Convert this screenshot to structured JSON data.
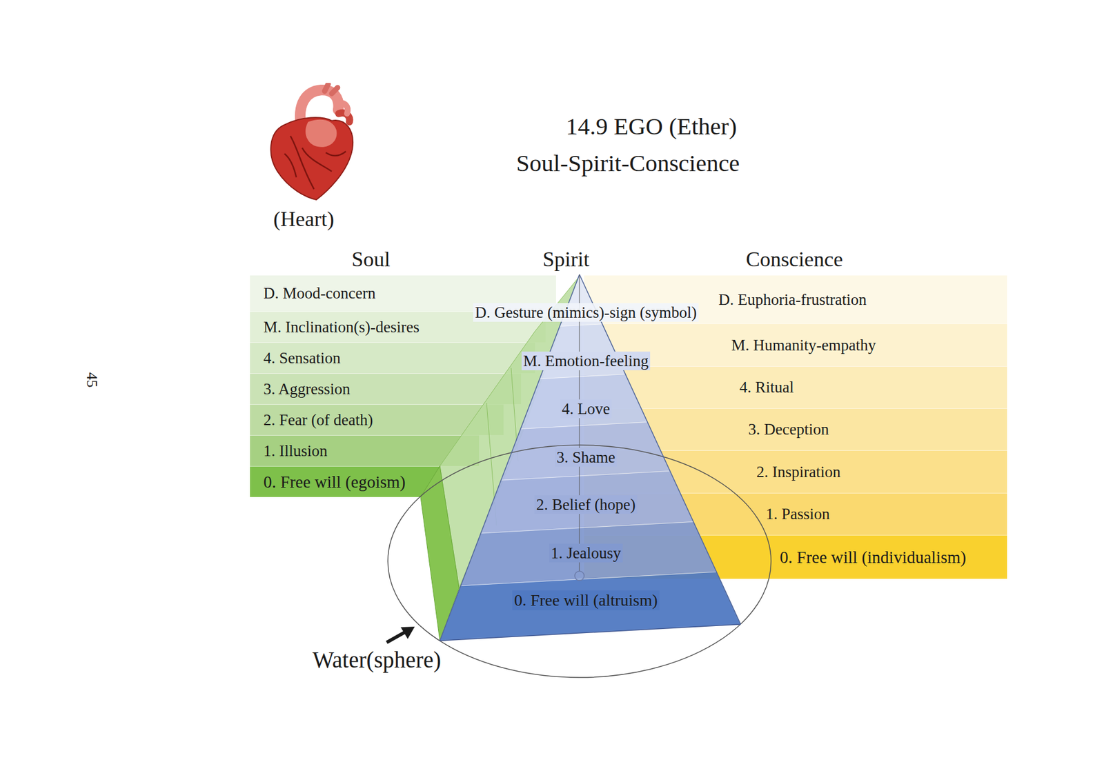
{
  "diagram": {
    "title": "14.9 EGO (Ether)",
    "nodes": [
      {
        "text": [
          "D. Mood-concern"
        ]
      },
      {
        "text": [
          "M. Inclination(s)-desires"
        ]
      },
      {
        "text": [
          "4. Sensation"
        ]
      },
      {
        "text": [
          "3. Aggression"
        ]
      },
      {
        "text": [
          "2. Fear (of death)"
        ]
      },
      {
        "text": [
          "1. Illusion"
        ]
      },
      {
        "text": [
          "0. Free will (egoism)"
        ]
      },
      {
        "text": [
          "D. Gesture (mimics)-sign (symbol)"
        ]
      },
      {
        "text": [
          "M. Emotion-feeling"
        ]
      },
      {
        "text": [
          "4. Love"
        ]
      },
      {
        "text": [
          "3. Shame"
        ]
      },
      {
        "text": [
          "2. Belief (hope)"
        ]
      },
      {
        "text": [
          "1. Jealousy"
        ]
      },
      {
        "text": [
          "0. Free will (altruism)"
        ]
      },
      {
        "text": [
          "D. Euphoria-frustration"
        ]
      },
      {
        "text": [
          "M. Humanity-empathy"
        ]
      },
      {
        "text": [
          "4. Ritual"
        ]
      },
      {
        "text": [
          "3. Deception"
        ]
      },
      {
        "text": [
          "2. Inspiration"
        ]
      },
      {
        "text": [
          "1. Passion"
        ]
      },
      {
        "text": [
          "0. Free will (individualism)"
        ]
      }
    ],
    "labels": [
      "Soul-Spirit-Conscience",
      "(Heart)",
      "Soul",
      "Spirit",
      "Conscience",
      "Water(sphere)",
      "45"
    ]
  }
}
